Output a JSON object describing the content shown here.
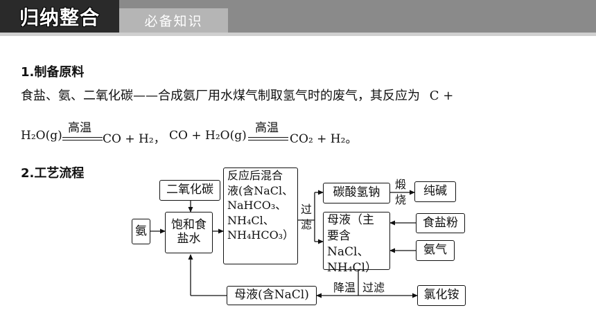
{
  "header": {
    "title": "归纳整合",
    "tab": "必备知识"
  },
  "section1": {
    "heading": "1.制备原料",
    "paragraph": "食盐、氨、二氧化碳——合成氨厂用水煤气制取氢气时的废气，其反应为",
    "paragraph_tail": "C +"
  },
  "equations": {
    "condition": "高温",
    "eq1_left": "H₂O(g)",
    "eq1_right": "CO + H₂，",
    "eq2_left": "CO + H₂O(g)",
    "eq2_right": "CO₂ + H₂。"
  },
  "section2": {
    "heading": "2.工艺流程"
  },
  "flow": {
    "ammonia": "氨",
    "co2": "二氧化碳",
    "brine_1": "饱和食",
    "brine_2": "盐水",
    "mix_1": "反应后混合",
    "mix_2": "液(含NaCl、",
    "mix_3": "NaHCO₃、",
    "mix_4": "NH₄Cl、",
    "mix_5": "NH₄HCO₃）",
    "filter_1": "过",
    "filter_2": "滤",
    "nahco3": "碳酸氢钠",
    "calcine_1": "煅",
    "calcine_2": "烧",
    "soda": "纯碱",
    "mother_1": "母液（主",
    "mother_2": "要含NaCl、",
    "mother_3": "NH₄Cl）",
    "salt_powder": "食盐粉",
    "ammonia_gas": "氨气",
    "mother_nacl": "母液(含NaCl)",
    "cool": "降温",
    "filter_h": "过滤",
    "nh4cl": "氯化铵"
  }
}
